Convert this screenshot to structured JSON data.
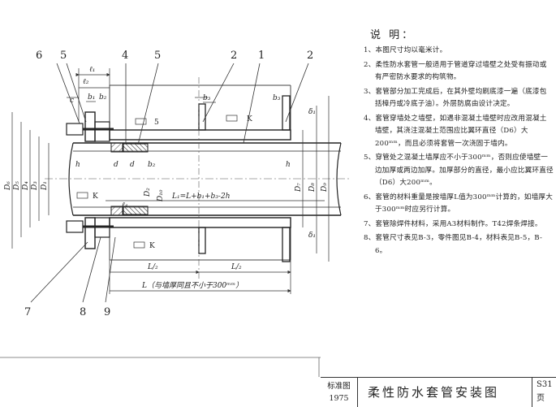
{
  "leaders": [
    "6",
    "5",
    "4",
    "5",
    "2",
    "1",
    "2",
    "7",
    "8",
    "9"
  ],
  "dims": {
    "l1": "ℓ₁",
    "l2": "ℓ₂",
    "b1": "b₁",
    "b2": "b₂",
    "b3": "b₃",
    "c": "c",
    "d": "d",
    "h": "h",
    "delta": "δ₁",
    "l4": "ℓ₄",
    "len_formula": "L₁=L+b₁+b₃-2h",
    "half": "L/₂",
    "total": "L（与墙厚同且不小于300ᵐᵐ）",
    "d_left": [
      "D₆",
      "D₅",
      "D₄",
      "D₃",
      "D₁"
    ],
    "d_mid": [
      "D₂",
      "D₁₀"
    ],
    "d_right": [
      "D₇",
      "D₈",
      "D₉"
    ],
    "k_marks": [
      "5",
      "K",
      "K",
      "K"
    ]
  },
  "notes": {
    "title": "说 明：",
    "items": [
      "1、本图尺寸均以毫米计。",
      "2、柔性防水套管一般适用于管道穿过墙壁之处受有振动或有严密防水要求的构筑物。",
      "3、套管部分加工完成后，在其外壁均刷底漆一遍（底漆包括樟丹或冷底子油）。外层防腐由设计决定。",
      "4、套管穿墙处之墙壁，如遇非混凝土墙壁时应改用混凝土墙壁，其浇注混凝土范围应比翼环直径（D6）大200ᵐᵐ，而且必须将套管一次浇固于墙内。",
      "5、穿管处之混凝土墙厚应不小于300ᵐᵐ，否则应使墙壁一边加厚或两边加厚。加厚部分的直径，最小应比翼环直径（D6）大200ᵐᵐ。",
      "6、套管的材料重量是按墙厚L值为300ᵐᵐ计算的，如墙厚大于300ᵐᵐ时应另行计算。",
      "7、套管除焊件材料，采用A3材料制作。T42焊条焊接。",
      "8、套管尺寸表见B-3，零件图见B-4，材料表见B-5，B-6。"
    ]
  },
  "titleblock": {
    "std_label": "标准图",
    "year": "1975",
    "title": "柔性防水套管安装图",
    "code": "S31",
    "page": "页"
  }
}
